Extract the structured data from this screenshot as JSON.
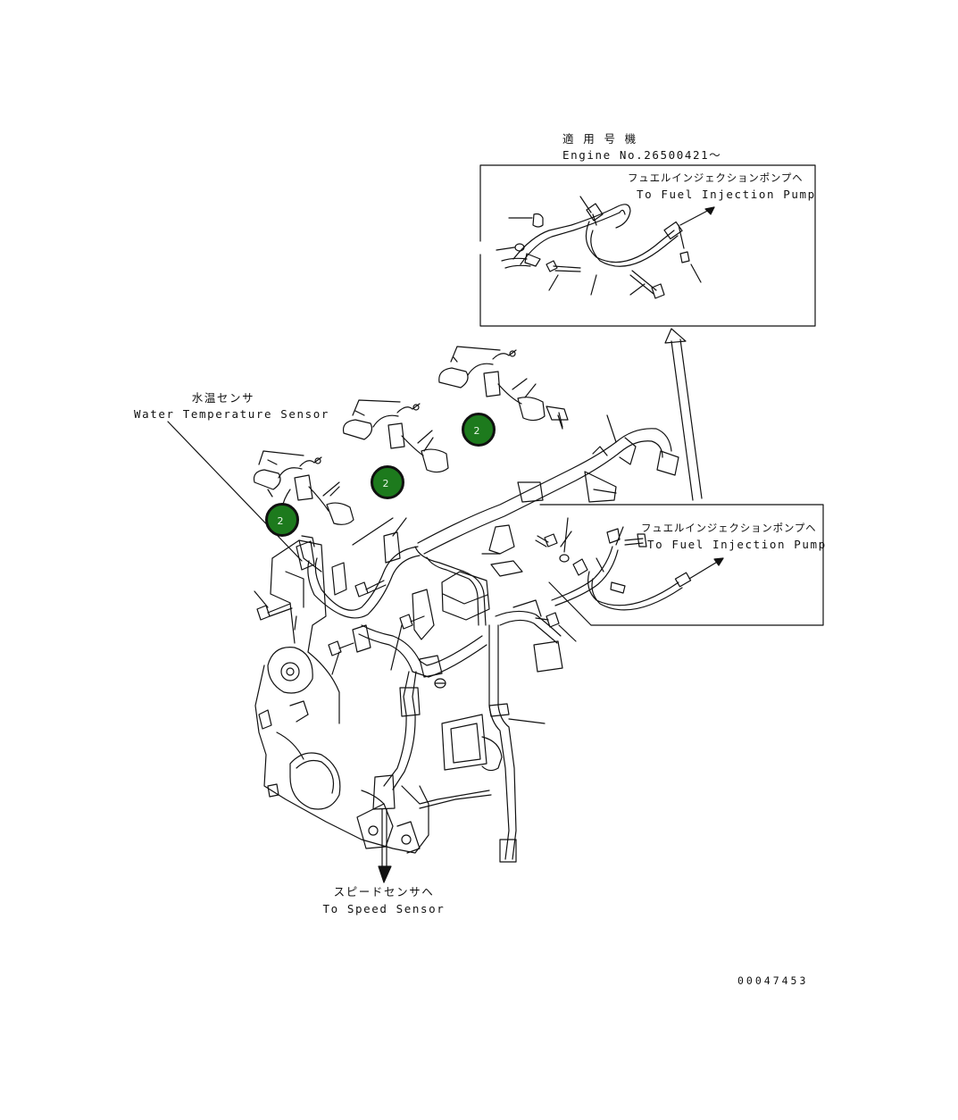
{
  "labels": {
    "applicable_jp": "適 用 号 機",
    "engine_no": "Engine No.26500421～",
    "fuel_pump_top_jp": "フュエルインジェクションポンプヘ",
    "fuel_pump_top_en": "To Fuel Injection Pump",
    "water_temp_jp": "水温センサ",
    "water_temp_en": "Water Temperature Sensor",
    "fuel_pump_right_jp": "フュエルインジェクションポンプヘ",
    "fuel_pump_right_en": "To Fuel Injection Pump",
    "speed_sensor_jp": "スピードセンサヘ",
    "speed_sensor_en": "To Speed Sensor",
    "drawing_number": "00047453"
  },
  "callouts": [
    {
      "text": "2"
    },
    {
      "text": "2"
    },
    {
      "text": "2"
    }
  ],
  "colors": {
    "callout_fill": "#1d7a1d",
    "line": "#111111"
  }
}
